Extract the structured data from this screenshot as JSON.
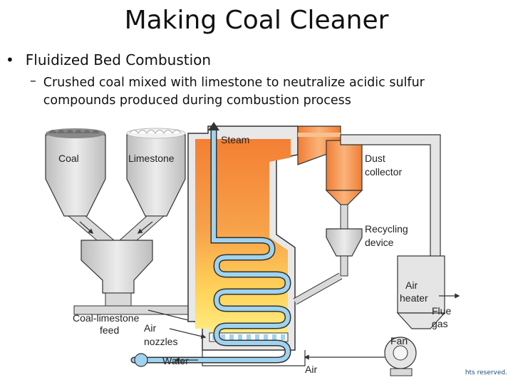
{
  "slide": {
    "title": "Making Coal Cleaner",
    "bullet_marker": "•",
    "bullet": "Fluidized Bed Combustion",
    "sub_marker": "–",
    "sub_bullet": "Crushed coal mixed with limestone to neutralize acidic sulfur compounds produced during combustion process"
  },
  "diagram": {
    "labels": {
      "coal": "Coal",
      "limestone": "Limestone",
      "steam": "Steam",
      "dust_collector_1": "Dust",
      "dust_collector_2": "collector",
      "recycling_1": "Recycling",
      "recycling_2": "device",
      "air_heater_1": "Air",
      "air_heater_2": "heater",
      "flue_1": "Flue",
      "flue_2": "gas",
      "feed_1": "Coal-limestone",
      "feed_2": "feed",
      "nozzles_1": "Air",
      "nozzles_2": "nozzles",
      "fan": "Fan",
      "water": "Water",
      "air": "Air"
    },
    "colors": {
      "hopper": "#c9c9c9",
      "pipe_gray": "#d6d6d6",
      "boiler_orange": "#f08a3c",
      "flame_yellow": "#ffe36a",
      "water_blue": "#9fd3ef",
      "outline": "#333333"
    }
  },
  "footer": {
    "copyright": "hts reserved."
  }
}
